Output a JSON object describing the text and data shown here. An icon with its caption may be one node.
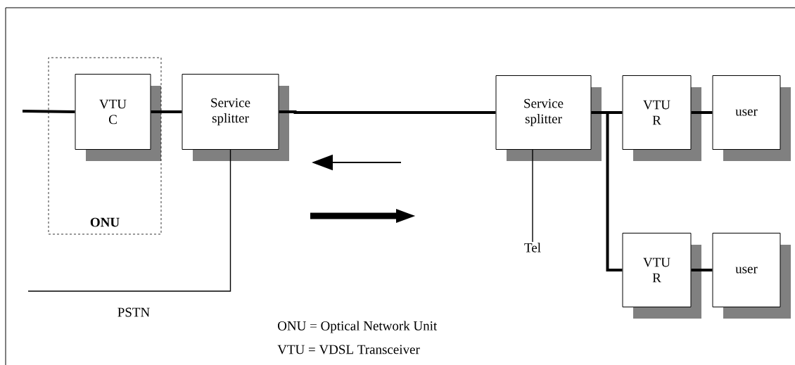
{
  "diagram": {
    "nodes": [
      {
        "text": [
          "ONU"
        ]
      },
      {
        "text": [
          "VTU C"
        ],
        "in": 0
      },
      {
        "text": [
          "Service splitter"
        ]
      },
      {
        "text": [
          "Service splitter"
        ]
      },
      {
        "text": [
          "VTU R"
        ]
      },
      {
        "text": [
          "user"
        ]
      },
      {
        "text": [
          "VTU R"
        ]
      },
      {
        "text": [
          "user"
        ]
      },
      {
        "text": [
          "Tel"
        ]
      }
    ],
    "edges": [
      {
        "from": null,
        "to": 1,
        "arrow": "none"
      },
      {
        "from": 1,
        "to": 2,
        "arrow": "none"
      },
      {
        "from": 2,
        "to": 3,
        "arrow": "none"
      },
      {
        "from": 3,
        "to": 4,
        "arrow": "none"
      },
      {
        "from": 4,
        "to": 5,
        "arrow": "none"
      },
      {
        "from": 3,
        "to": 6,
        "arrow": "none"
      },
      {
        "from": 6,
        "to": 7,
        "arrow": "none"
      },
      {
        "from": 2,
        "to": null,
        "arrow": "none"
      },
      {
        "from": 3,
        "to": 8,
        "arrow": "none"
      }
    ],
    "labels": [
      "PSTN",
      "ONU = Optical Network Unit",
      "VTU = VDSL Transceiver"
    ]
  }
}
